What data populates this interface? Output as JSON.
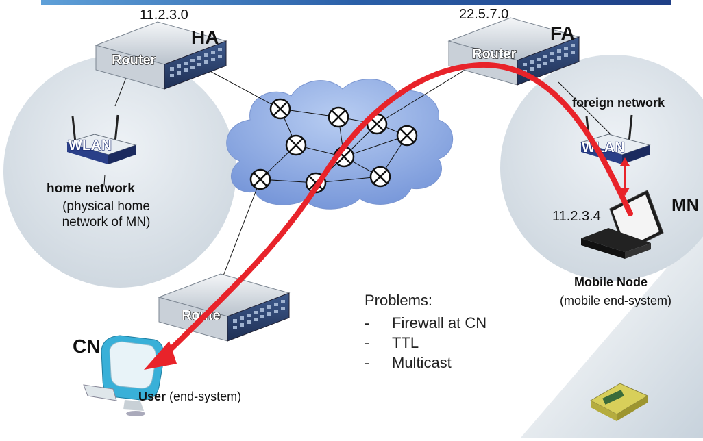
{
  "colors": {
    "header_bar": "#2a5fa8",
    "cloud": "#8faee8",
    "path": "#e8232a",
    "circle_fill": "#d6dde4"
  },
  "labels": {
    "ha_ip": "11.2.3.0",
    "ha": "HA",
    "fa_ip": "22.5.7.0",
    "fa": "FA",
    "router_ha": "Router",
    "router_fa": "Router",
    "router_cn": "Route",
    "wlan_home": "WLAN",
    "wlan_foreign": "WLAN",
    "foreign_network": "foreign network",
    "home_network_title": "home network",
    "home_network_desc": "(physical home network of MN)",
    "mn": "MN",
    "mn_ip": "11.2.3.4",
    "mobile_node_title": "Mobile Node",
    "mobile_node_desc": "(mobile end-system)",
    "cn": "CN",
    "user_title": "User",
    "user_desc": "(end-system)"
  },
  "problems": {
    "title": "Problems:",
    "items": [
      "Firewall at CN",
      "TTL",
      "Multicast"
    ]
  },
  "icons": {
    "router": "router-switch-icon",
    "wlan": "wireless-access-point-icon",
    "laptop": "laptop-icon",
    "computer": "imac-computer-icon",
    "internet_node": "crossed-circle-router-icon",
    "sensor": "sensor-device-icon"
  }
}
